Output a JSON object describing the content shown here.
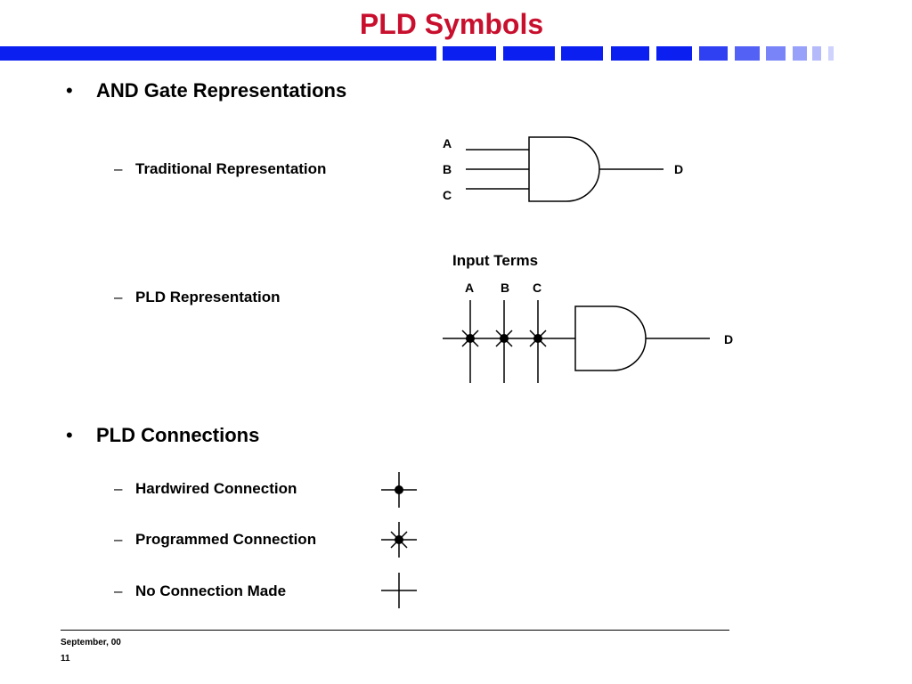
{
  "slide": {
    "title": "PLD Symbols",
    "title_color": "#c8102e",
    "bar_color": "#0a1ff0"
  },
  "bullets": [
    {
      "label": "AND Gate Representations",
      "subitems": [
        {
          "label": "Traditional Representation"
        },
        {
          "label": "PLD Representation"
        }
      ]
    },
    {
      "label": "PLD Connections",
      "subitems": [
        {
          "label": "Hardwired Connection"
        },
        {
          "label": "Programmed Connection"
        },
        {
          "label": "No Connection Made"
        }
      ]
    }
  ],
  "traditional_gate": {
    "inputs": [
      "A",
      "B",
      "C"
    ],
    "output": "D"
  },
  "pld_gate": {
    "caption": "Input Terms",
    "inputs": [
      "A",
      "B",
      "C"
    ],
    "output": "D"
  },
  "footer": {
    "date": "September, 00",
    "page": "11"
  }
}
